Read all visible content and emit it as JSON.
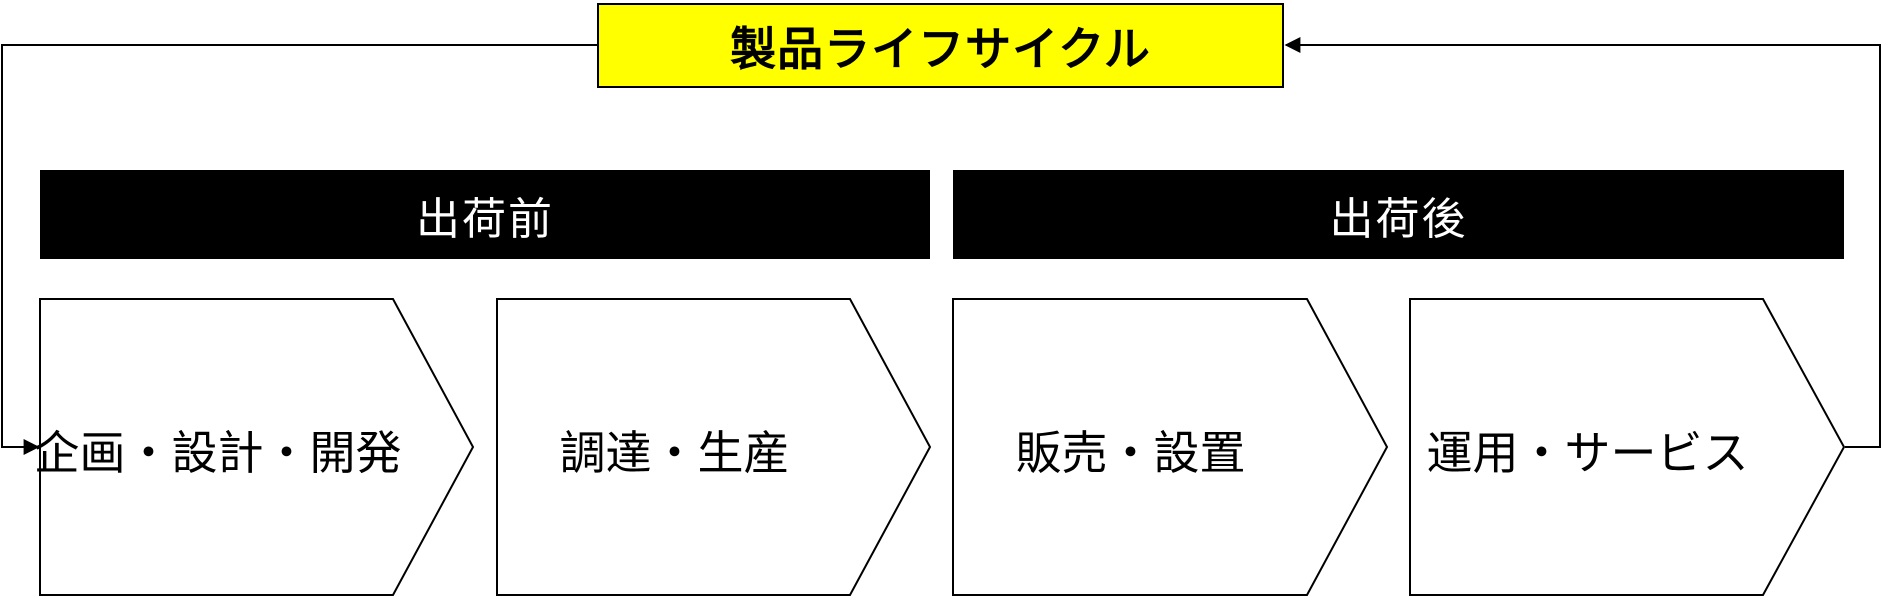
{
  "title": "製品ライフサイクル",
  "colors": {
    "title_background": "#ffff00",
    "phase_background": "#000000",
    "phase_text": "#ffffff",
    "outline": "#000000"
  },
  "phases": [
    {
      "label": "出荷前"
    },
    {
      "label": "出荷後"
    }
  ],
  "stages": [
    {
      "label": "企画・設計・開発"
    },
    {
      "label": "調達・生産"
    },
    {
      "label": "販売・設置"
    },
    {
      "label": "運用・サービス"
    }
  ]
}
